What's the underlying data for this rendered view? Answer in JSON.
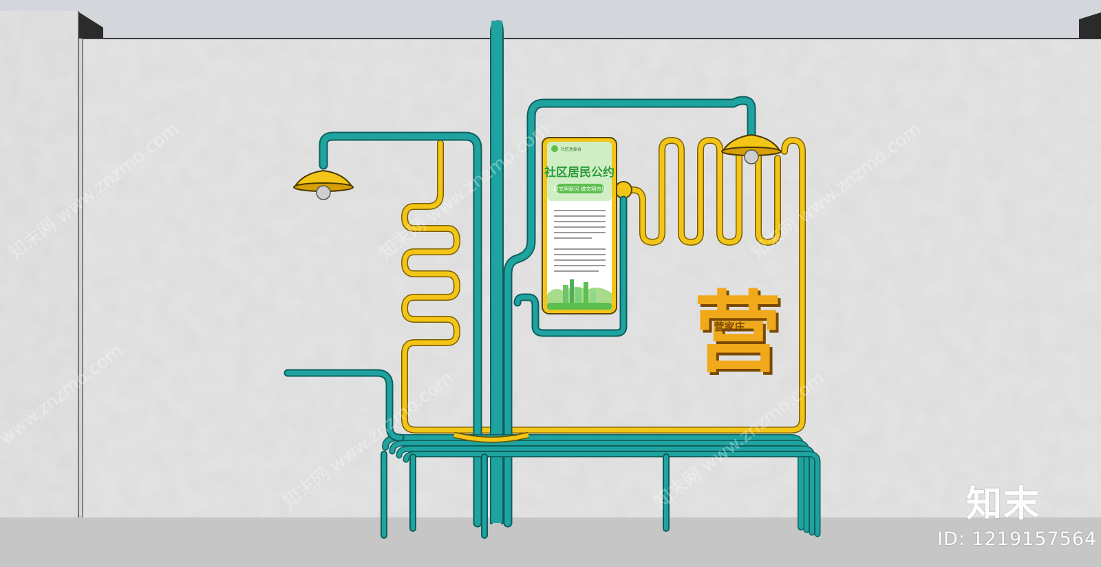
{
  "poster": {
    "logo_text": "社区居委会",
    "title": "社区居民公约",
    "slogan": "树文明新风 做文明市民"
  },
  "sign": {
    "main_char": "营",
    "sub_text": "营家庄"
  },
  "watermark": {
    "logo": "知末",
    "id_text": "ID: 1219157564",
    "repeat_text": "知末网 www.znzmo.com"
  },
  "colors": {
    "teal_pipe": "#1fa3a0",
    "yellow_pipe": "#f2c418",
    "wall": "#e4e4e4",
    "sky": "#d2d6da",
    "poster_green": "#5cbf4f",
    "sign_orange": "#f0a91a"
  }
}
